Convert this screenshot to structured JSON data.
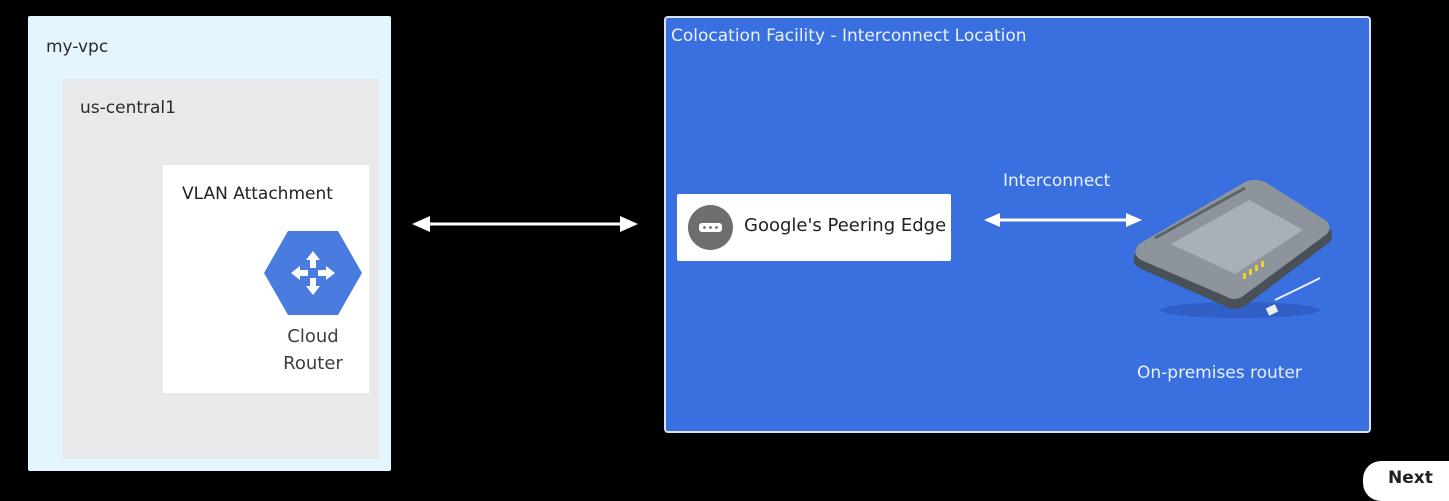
{
  "vpc": {
    "label": "my-vpc"
  },
  "region": {
    "label": "us-central1"
  },
  "vlan": {
    "label": "VLAN Attachment"
  },
  "cloud_router": {
    "label": "Cloud Router",
    "icon": "cloud-router-hexagon-icon",
    "color": "#4a7ce0"
  },
  "colocation": {
    "label": "Colocation Facility - Interconnect Location",
    "color": "#3a6fdf"
  },
  "peering_edge": {
    "label": "Google's Peering Edge",
    "icon": "ellipsis-circle-icon"
  },
  "interconnect": {
    "label": "Interconnect"
  },
  "on_prem_router": {
    "label": "On-premises router",
    "icon": "router-device-icon"
  },
  "next_button": {
    "label": "Next"
  }
}
